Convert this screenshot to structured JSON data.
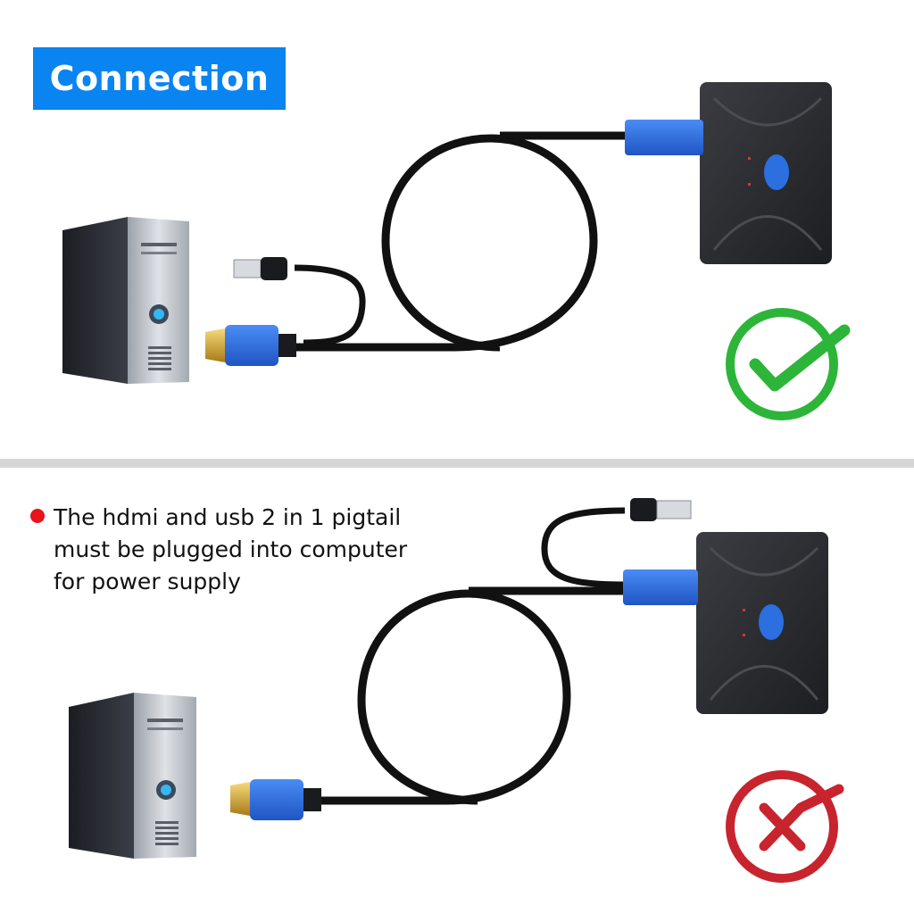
{
  "title": "Connection",
  "colors": {
    "title_bg": "#0a84f0",
    "check": "#2db53a",
    "cross": "#c8242e",
    "bullet": "#e8141c",
    "connector_blue": "#2b6fe0",
    "divider": "#d6d6d6"
  },
  "top_panel": {
    "status_icon": "check-icon",
    "meaning": "correct"
  },
  "bottom_panel": {
    "status_icon": "cross-icon",
    "meaning": "incorrect",
    "note_lines": [
      "The hdmi and usb 2 in 1 pigtail",
      "must be plugged into computer",
      "for power supply"
    ]
  }
}
